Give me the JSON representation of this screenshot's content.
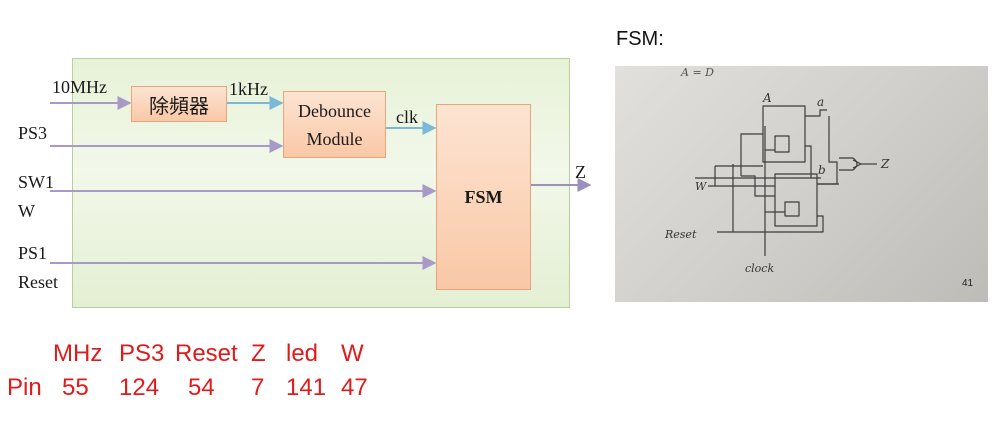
{
  "diagram": {
    "inputs": {
      "clk_in": "10MHz",
      "ps3": "PS3",
      "sw1": "SW1",
      "w": "W",
      "ps1": "PS1",
      "reset": "Reset"
    },
    "divider_label": "除頻器",
    "divided_freq": "1kHz",
    "debounce_line1": "Debounce",
    "debounce_line2": "Module",
    "clk_label": "clk",
    "fsm_label": "FSM",
    "output": "Z"
  },
  "fsm_photo": {
    "title": "FSM:",
    "page_number": "41",
    "sketch_labels": {
      "top_note": "A = D",
      "a": "a",
      "b": "b",
      "z": "Z",
      "w": "W",
      "reset": "Reset",
      "clock": "clock"
    }
  },
  "pin_table": {
    "row_label": "Pin",
    "headers": [
      "MHz",
      "PS3",
      "Reset",
      "Z",
      "led",
      "W"
    ],
    "values": [
      "55",
      "124",
      "54",
      "7",
      "141",
      "47"
    ]
  },
  "colors": {
    "pin_text": "#e01b1b",
    "arrow_blue": "#7ab8d8",
    "arrow_purple": "#a89ac6"
  }
}
